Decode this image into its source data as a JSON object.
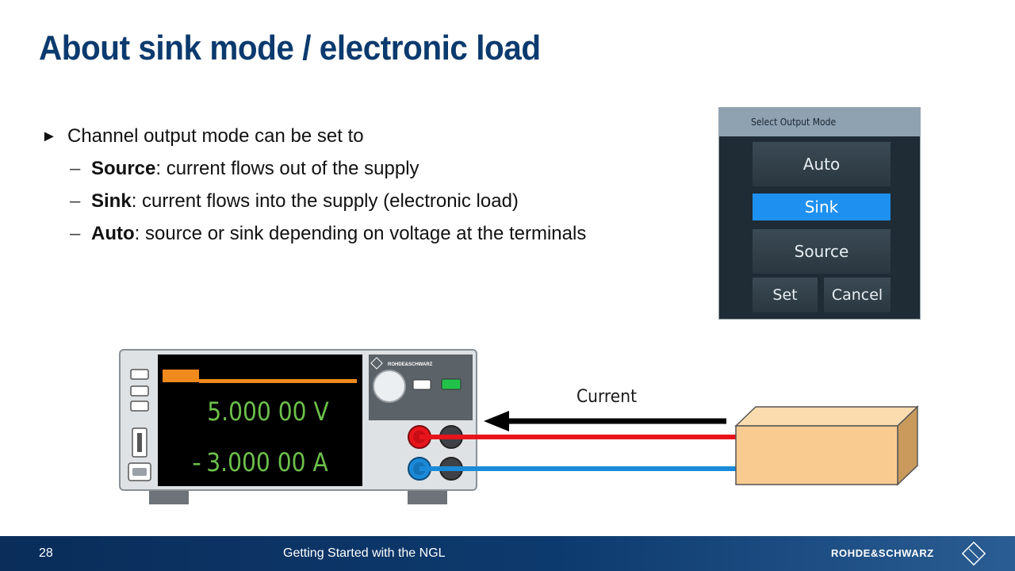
{
  "title": "About sink mode / electronic load",
  "bullets": {
    "main": "Channel output mode can be set to",
    "items": [
      {
        "term": "Source",
        "desc": ": current flows out of the supply"
      },
      {
        "term": "Sink",
        "desc": ": current flows into the supply (electronic load)"
      },
      {
        "term": "Auto",
        "desc": ": source or sink depending on voltage at the terminals"
      }
    ]
  },
  "dialog": {
    "header": "Select Output Mode",
    "options": [
      "Auto",
      "Sink",
      "Source"
    ],
    "selected": "Sink",
    "set_label": "Set",
    "cancel_label": "Cancel"
  },
  "device": {
    "brand": "ROHDE&SCHWARZ",
    "voltage": "5.000 00 V",
    "current_sign": "-",
    "current": "3.000 00 A"
  },
  "diagram": {
    "current_label": "Current"
  },
  "footer": {
    "page": "28",
    "title": "Getting Started with the NGL",
    "brand": "ROHDE&SCHWARZ"
  },
  "colors": {
    "title": "#0b3a6e",
    "red_wire": "#e8141c",
    "blue_wire": "#1a8ad8",
    "display_text": "#6cc04a",
    "load_box": "#f9cb91",
    "accent_orange": "#f08a1c"
  }
}
